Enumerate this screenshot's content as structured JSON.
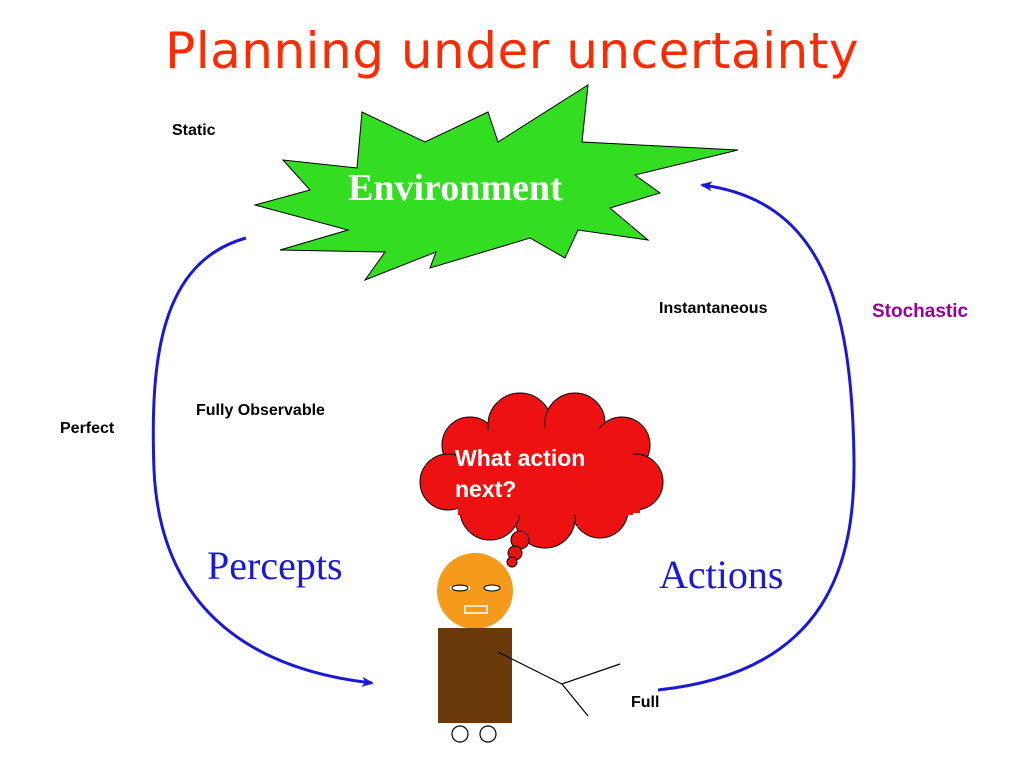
{
  "title": "Planning under uncertainty",
  "environment_label": "Environment",
  "thought_bubble": "What action\nnext?",
  "labels": {
    "static": "Static",
    "instantaneous": "Instantaneous",
    "stochastic": "Stochastic",
    "perfect": "Perfect",
    "fully_observable": "Fully Observable",
    "percepts": "Percepts",
    "actions": "Actions",
    "full": "Full"
  },
  "colors": {
    "title": "#ff2a00",
    "environment_fill": "#33dd22",
    "thought_fill": "#ee1111",
    "arrow": "#1a1ad6",
    "head": "#f59a1a",
    "body": "#6b3a0a",
    "stochastic": "#990099",
    "flow_label": "#1a1ad6"
  },
  "icons": [
    "environment-starburst",
    "thought-cloud",
    "agent-figure",
    "arrow-percepts",
    "arrow-actions"
  ]
}
